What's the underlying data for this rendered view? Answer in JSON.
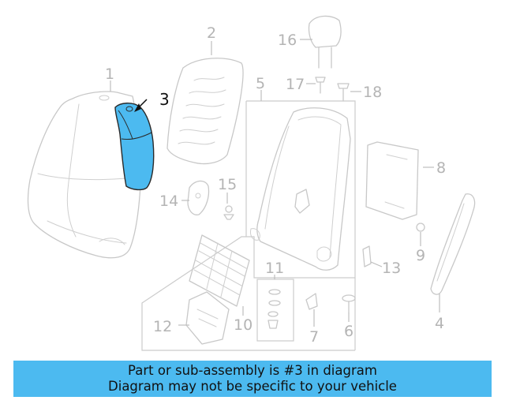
{
  "diagram": {
    "highlight_color": "#4cbaf0",
    "line_color": "#c8c8c8",
    "highlighted_part": "3",
    "callouts": {
      "c1": "1",
      "c2": "2",
      "c3": "3",
      "c4": "4",
      "c5": "5",
      "c6": "6",
      "c7": "7",
      "c8": "8",
      "c9": "9",
      "c10": "10",
      "c11": "11",
      "c12": "12",
      "c13": "13",
      "c14": "14",
      "c15": "15",
      "c16": "16",
      "c17": "17",
      "c18": "18"
    }
  },
  "banner": {
    "line1": "Part or sub-assembly is #3 in diagram",
    "line2": "Diagram may not be specific to your vehicle"
  }
}
